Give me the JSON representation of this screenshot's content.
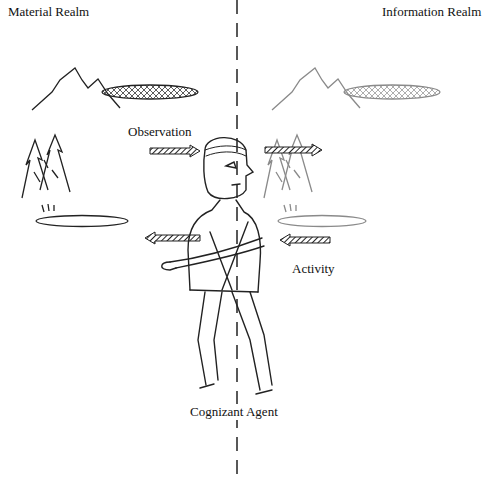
{
  "diagram": {
    "labels": [
      "Material Realm",
      "Information Realm",
      "Observation",
      "Activity",
      "Cognizant Agent"
    ]
  }
}
